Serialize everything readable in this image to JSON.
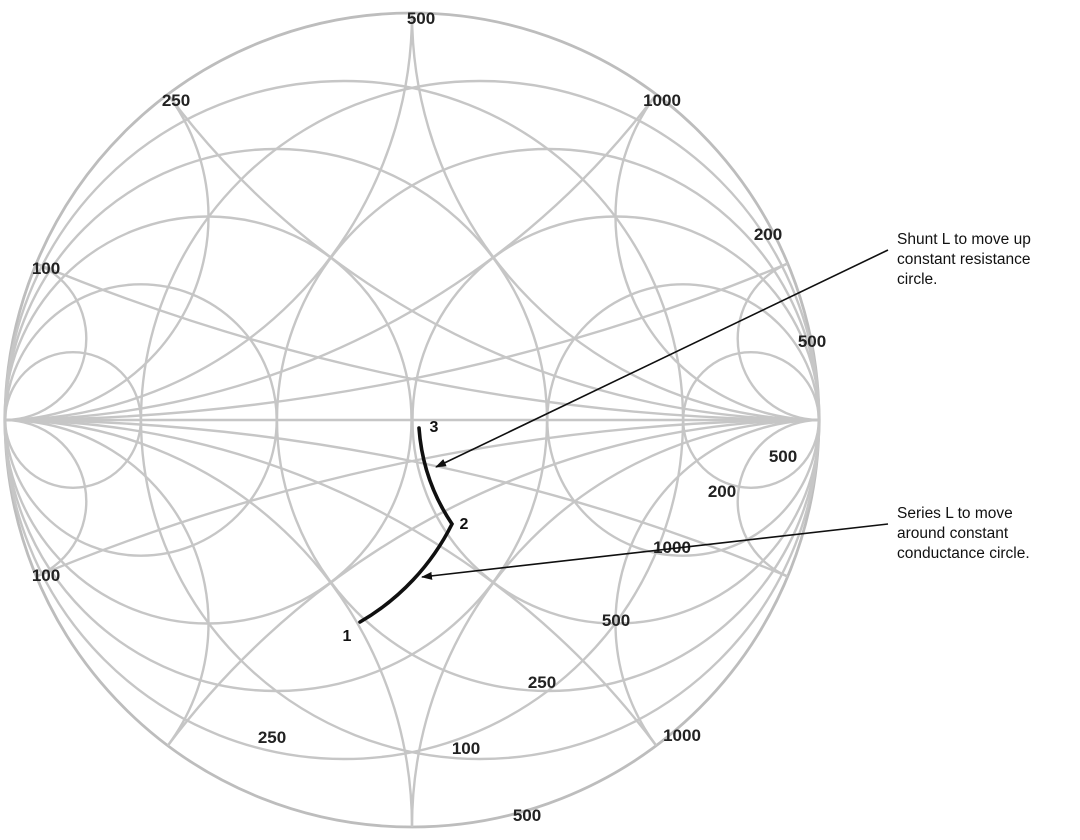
{
  "colors": {
    "background": "#ffffff",
    "grid": "#c6c6c6",
    "trace": "#101010",
    "text": "#222222"
  },
  "smith": {
    "tick_labels": [
      "500",
      "250",
      "1000",
      "200",
      "100",
      "500",
      "500",
      "200",
      "1000",
      "100",
      "500",
      "250",
      "250",
      "100",
      "1000",
      "500"
    ],
    "point_labels": [
      "3",
      "2",
      "1"
    ]
  },
  "annotations": {
    "shunt": {
      "line1": "Shunt L to move up",
      "line2": "constant resistance",
      "line3": "circle."
    },
    "series": {
      "line1": "Series L to move",
      "line2": "around constant",
      "line3": "conductance circle."
    }
  }
}
